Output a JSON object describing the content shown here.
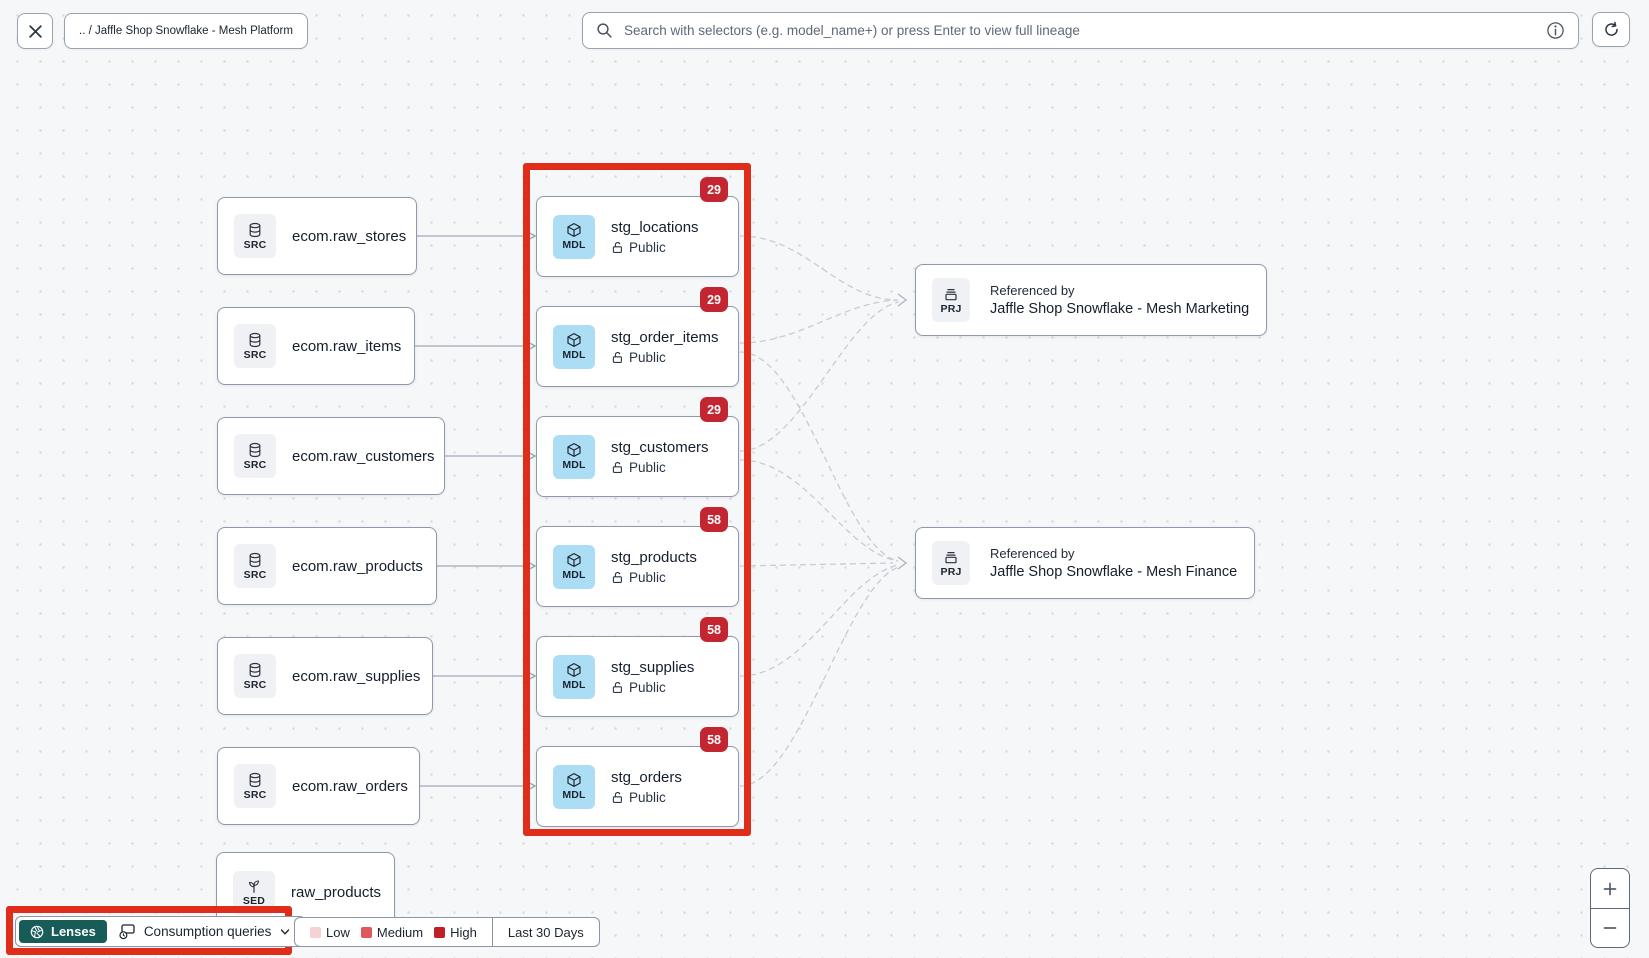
{
  "header": {
    "breadcrumb": ".. / Jaffle Shop Snowflake - Mesh Platform",
    "search": {
      "placeholder": "Search with selectors (e.g. model_name+) or press Enter to view full lineage"
    }
  },
  "graph": {
    "sources": [
      {
        "type": "SRC",
        "label": "ecom.raw_stores"
      },
      {
        "type": "SRC",
        "label": "ecom.raw_items"
      },
      {
        "type": "SRC",
        "label": "ecom.raw_customers"
      },
      {
        "type": "SRC",
        "label": "ecom.raw_products"
      },
      {
        "type": "SRC",
        "label": "ecom.raw_supplies"
      },
      {
        "type": "SRC",
        "label": "ecom.raw_orders"
      }
    ],
    "seed": {
      "type": "SED",
      "label": "raw_products"
    },
    "models": [
      {
        "type": "MDL",
        "label": "stg_locations",
        "access": "Public",
        "badge": "29"
      },
      {
        "type": "MDL",
        "label": "stg_order_items",
        "access": "Public",
        "badge": "29"
      },
      {
        "type": "MDL",
        "label": "stg_customers",
        "access": "Public",
        "badge": "29"
      },
      {
        "type": "MDL",
        "label": "stg_products",
        "access": "Public",
        "badge": "58"
      },
      {
        "type": "MDL",
        "label": "stg_supplies",
        "access": "Public",
        "badge": "58"
      },
      {
        "type": "MDL",
        "label": "stg_orders",
        "access": "Public",
        "badge": "58"
      }
    ],
    "projects": [
      {
        "type": "PRJ",
        "caption": "Referenced by",
        "label": "Jaffle Shop Snowflake - Mesh Marketing"
      },
      {
        "type": "PRJ",
        "caption": "Referenced by",
        "label": "Jaffle Shop Snowflake - Mesh Finance"
      }
    ],
    "edges": {
      "solid": [
        [
          "ecom.raw_stores",
          "stg_locations"
        ],
        [
          "ecom.raw_items",
          "stg_order_items"
        ],
        [
          "ecom.raw_customers",
          "stg_customers"
        ],
        [
          "ecom.raw_products",
          "stg_products"
        ],
        [
          "ecom.raw_supplies",
          "stg_supplies"
        ],
        [
          "ecom.raw_orders",
          "stg_orders"
        ]
      ],
      "dashed": [
        [
          "stg_locations",
          "Jaffle Shop Snowflake - Mesh Marketing"
        ],
        [
          "stg_order_items",
          "Jaffle Shop Snowflake - Mesh Marketing"
        ],
        [
          "stg_customers",
          "Jaffle Shop Snowflake - Mesh Marketing"
        ],
        [
          "stg_order_items",
          "Jaffle Shop Snowflake - Mesh Finance"
        ],
        [
          "stg_customers",
          "Jaffle Shop Snowflake - Mesh Finance"
        ],
        [
          "stg_products",
          "Jaffle Shop Snowflake - Mesh Finance"
        ],
        [
          "stg_supplies",
          "Jaffle Shop Snowflake - Mesh Finance"
        ],
        [
          "stg_orders",
          "Jaffle Shop Snowflake - Mesh Finance"
        ]
      ]
    }
  },
  "lenses": {
    "button_label": "Lenses",
    "selected_lens": "Consumption queries"
  },
  "legend": {
    "items": [
      {
        "label": "Low",
        "color": "#F6D2D5"
      },
      {
        "label": "Medium",
        "color": "#E0585C"
      },
      {
        "label": "High",
        "color": "#C11E26"
      }
    ],
    "period": "Last 30 Days"
  },
  "zoom_controls": {
    "zoom_in": "+",
    "zoom_out": "−"
  },
  "colors": {
    "annotation_red": "#E02D19",
    "badge_red": "#C32630",
    "lenses_teal": "#175C59",
    "model_icon_blue": "#ABDEF5"
  }
}
